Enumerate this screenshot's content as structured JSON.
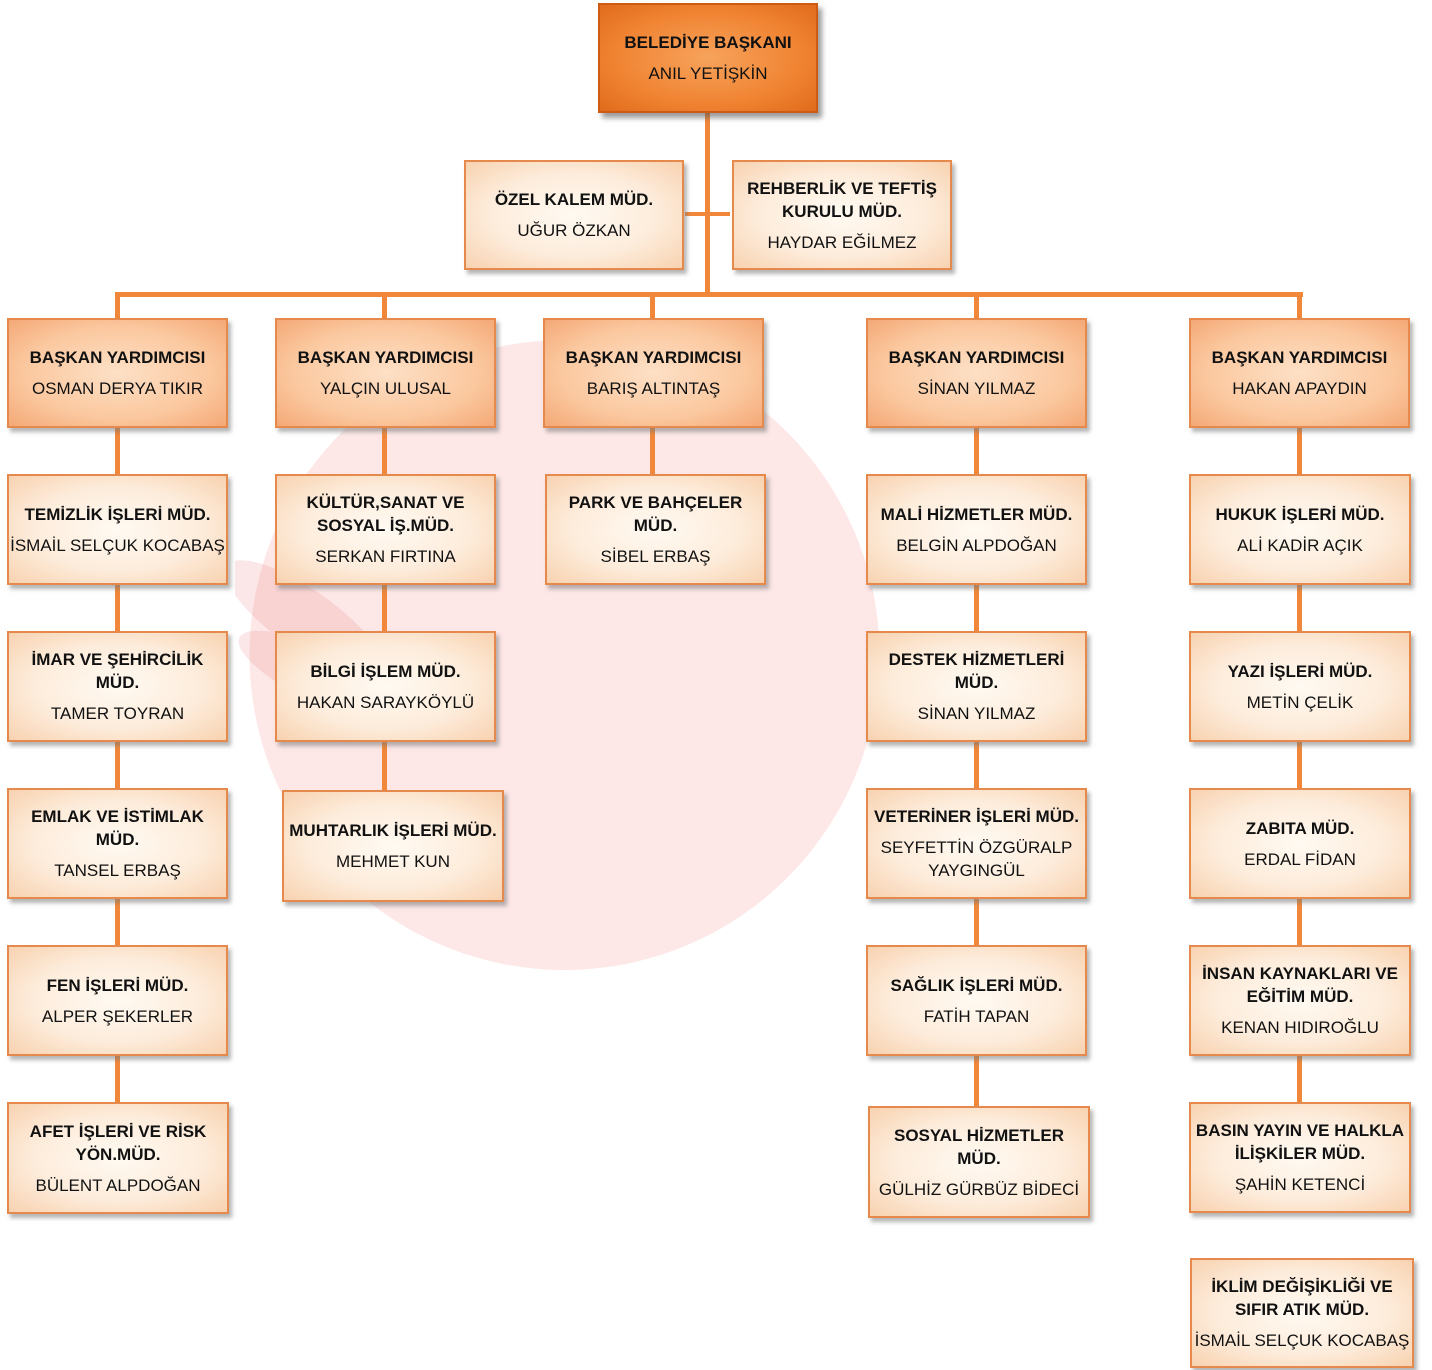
{
  "colors": {
    "connector": "#f0873a",
    "box_border": "#e58a4c",
    "mayor_fill": "#f08433",
    "vp_fill": "#fbc89f",
    "unit_fill": "#fdecdb",
    "watermark": "#f06a6a"
  },
  "mayor": {
    "title": "BELEDİYE BAŞKANI",
    "name": "ANIL YETİŞKİN"
  },
  "staff": [
    {
      "title": "ÖZEL KALEM MÜD.",
      "name": "UĞUR ÖZKAN"
    },
    {
      "title": "REHBERLİK VE TEFTİŞ KURULU MÜD.",
      "name": "HAYDAR EĞİLMEZ"
    }
  ],
  "deputies": [
    {
      "title": "BAŞKAN YARDIMCISI",
      "name": "OSMAN DERYA TIKIR",
      "units": [
        {
          "title": "TEMİZLİK İŞLERİ MÜD.",
          "name": "İSMAİL SELÇUK KOCABAŞ"
        },
        {
          "title": "İMAR VE ŞEHİRCİLİK MÜD.",
          "name": "TAMER TOYRAN"
        },
        {
          "title": "EMLAK VE İSTİMLAK MÜD.",
          "name": "TANSEL ERBAŞ"
        },
        {
          "title": "FEN İŞLERİ MÜD.",
          "name": "ALPER ŞEKERLER"
        },
        {
          "title": "AFET İŞLERİ VE RİSK YÖN.MÜD.",
          "name": "BÜLENT ALPDOĞAN"
        }
      ]
    },
    {
      "title": "BAŞKAN YARDIMCISI",
      "name": "YALÇIN ULUSAL",
      "units": [
        {
          "title": "KÜLTÜR,SANAT VE SOSYAL İŞ.MÜD.",
          "name": "SERKAN FIRTINA"
        },
        {
          "title": "BİLGİ İŞLEM MÜD.",
          "name": "HAKAN SARAYKÖYLÜ"
        },
        {
          "title": "MUHTARLIK İŞLERİ MÜD.",
          "name": "MEHMET KUN"
        }
      ]
    },
    {
      "title": "BAŞKAN YARDIMCISI",
      "name": "BARIŞ ALTINTAŞ",
      "units": [
        {
          "title": "PARK VE BAHÇELER MÜD.",
          "name": "SİBEL ERBAŞ"
        }
      ]
    },
    {
      "title": "BAŞKAN YARDIMCISI",
      "name": "SİNAN YILMAZ",
      "units": [
        {
          "title": "MALİ HİZMETLER MÜD.",
          "name": "BELGİN ALPDOĞAN"
        },
        {
          "title": "DESTEK HİZMETLERİ MÜD.",
          "name": "SİNAN YILMAZ"
        },
        {
          "title": "VETERİNER İŞLERİ MÜD.",
          "name": "SEYFETTİN ÖZGÜRALP YAYGINGÜL"
        },
        {
          "title": "SAĞLIK İŞLERİ MÜD.",
          "name": "FATİH TAPAN"
        },
        {
          "title": "SOSYAL HİZMETLER MÜD.",
          "name": "GÜLHİZ GÜRBÜZ BİDECİ"
        }
      ]
    },
    {
      "title": "BAŞKAN YARDIMCISI",
      "name": "HAKAN APAYDIN",
      "units": [
        {
          "title": "HUKUK İŞLERİ MÜD.",
          "name": "ALİ KADİR AÇIK"
        },
        {
          "title": "YAZI İŞLERİ MÜD.",
          "name": "METİN ÇELİK"
        },
        {
          "title": "ZABITA MÜD.",
          "name": "ERDAL FİDAN"
        },
        {
          "title": "İNSAN KAYNAKLARI VE EĞİTİM MÜD.",
          "name": "KENAN HIDIROĞLU"
        },
        {
          "title": "BASIN YAYIN VE HALKLA İLİŞKİLER MÜD.",
          "name": "ŞAHİN KETENCİ"
        },
        {
          "title": "İKLİM DEĞİŞİKLİĞİ VE SIFIR ATIK MÜD.",
          "name": "İSMAİL SELÇUK KOCABAŞ"
        }
      ]
    }
  ]
}
